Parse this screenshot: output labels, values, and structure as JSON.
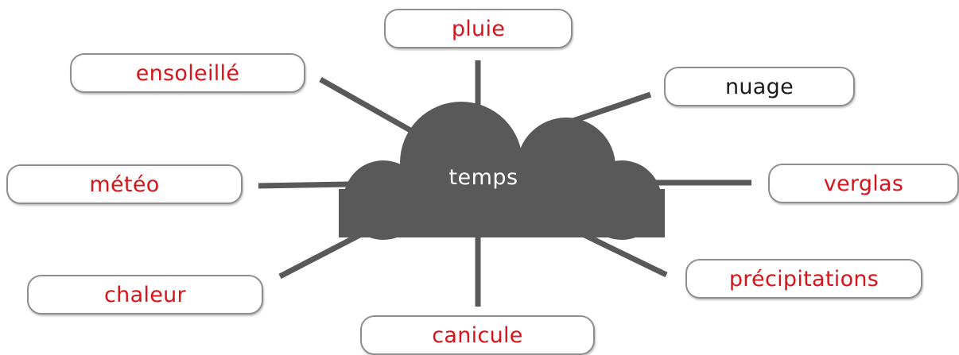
{
  "center": {
    "label": "temps",
    "label_color": "#ffffff",
    "fill_color": "#595959",
    "shape": "cloud"
  },
  "connector_color": "#595959",
  "words": {
    "pluie": {
      "label": "pluie",
      "color": "#d7141a"
    },
    "ensoleille": {
      "label": "ensoleillé",
      "color": "#d7141a"
    },
    "nuage": {
      "label": "nuage",
      "color": "#1a1a1a"
    },
    "meteo": {
      "label": "météo",
      "color": "#d7141a"
    },
    "verglas": {
      "label": "verglas",
      "color": "#d7141a"
    },
    "chaleur": {
      "label": "chaleur",
      "color": "#d7141a"
    },
    "precipitations": {
      "label": "précipitations",
      "color": "#d7141a"
    },
    "canicule": {
      "label": "canicule",
      "color": "#d7141a"
    }
  }
}
